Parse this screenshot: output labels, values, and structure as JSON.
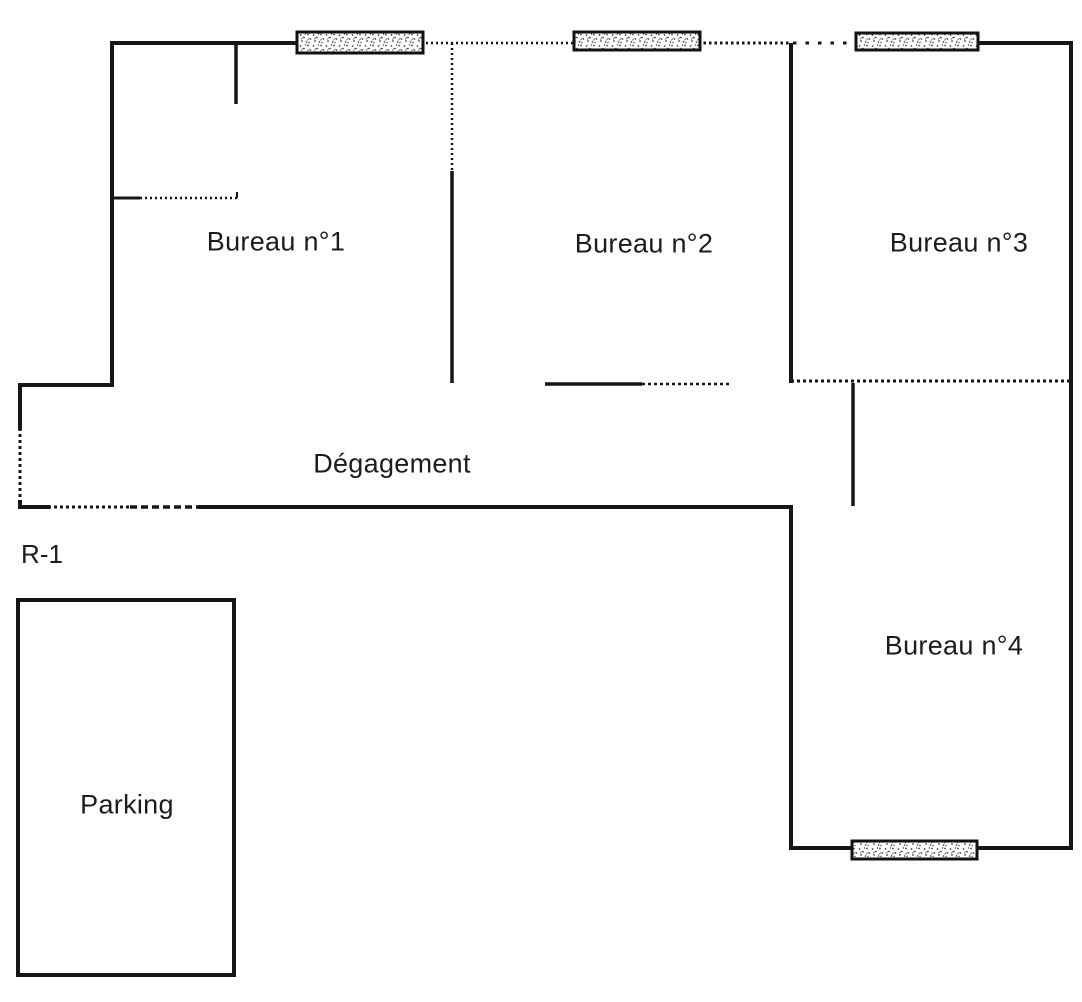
{
  "plan": {
    "floor_label": "R-1",
    "rooms": {
      "bureau1": {
        "label": "Bureau n°1"
      },
      "bureau2": {
        "label": "Bureau n°2"
      },
      "bureau3": {
        "label": "Bureau n°3"
      },
      "bureau4": {
        "label": "Bureau n°4"
      },
      "degagement": {
        "label": "Dégagement"
      },
      "parking": {
        "label": "Parking"
      }
    },
    "colors": {
      "wall": "#161616",
      "text": "#1c1c1c",
      "window_border": "#111111",
      "window_stipple": "#3c3c3c",
      "background": "#ffffff"
    }
  }
}
